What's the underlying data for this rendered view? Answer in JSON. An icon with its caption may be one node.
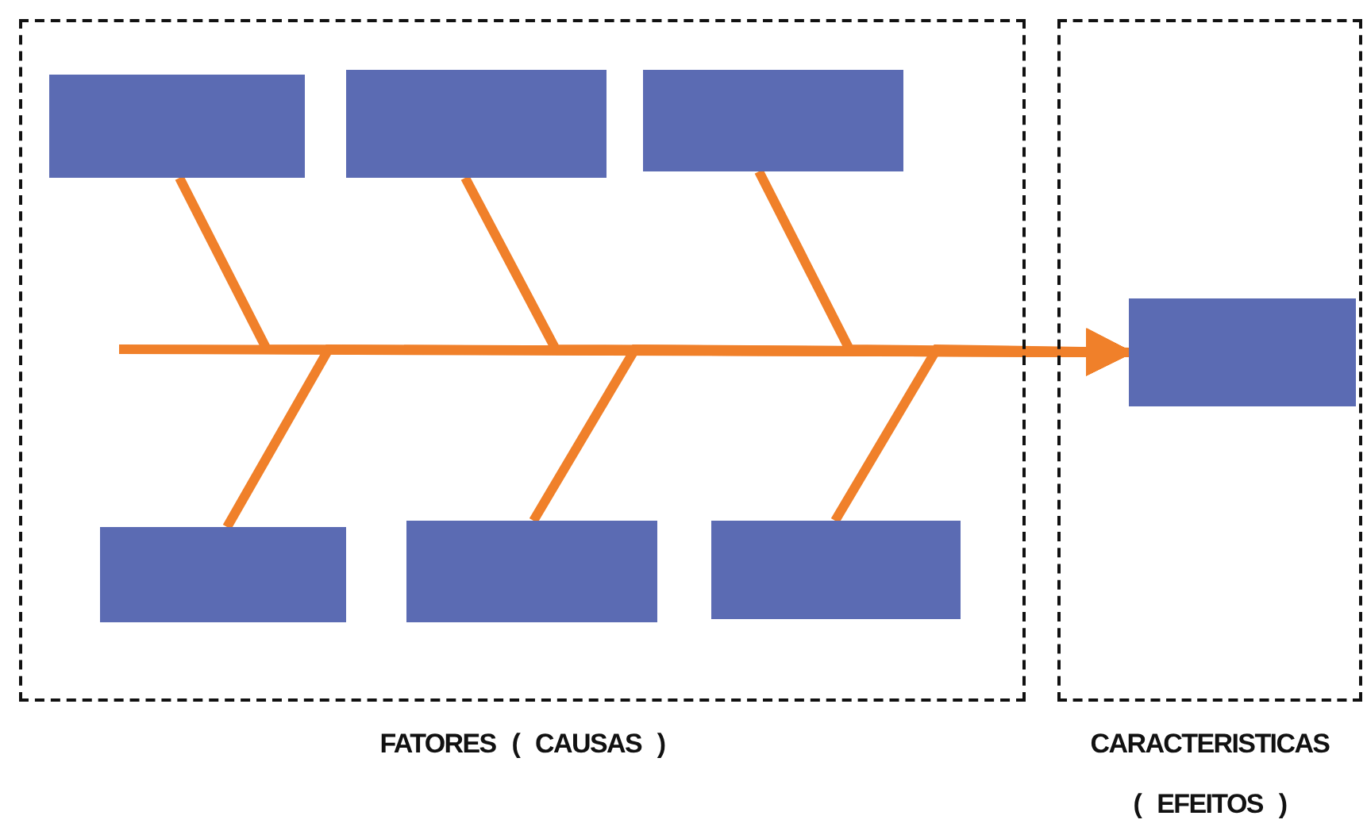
{
  "diagram": {
    "nodes": [
      {
        "text": [
          "FATORES ( CAUSAS )"
        ]
      },
      {
        "text": [],
        "shape": "box",
        "in": 0
      },
      {
        "text": [],
        "shape": "box",
        "in": 0
      },
      {
        "text": [],
        "shape": "box",
        "in": 0
      },
      {
        "text": [],
        "shape": "box",
        "in": 0
      },
      {
        "text": [],
        "shape": "box",
        "in": 0
      },
      {
        "text": [],
        "shape": "box",
        "in": 0
      },
      {
        "text": [
          "CARACTERISTICAS ( EFEITOS )"
        ]
      },
      {
        "text": [],
        "shape": "box",
        "in": 7
      }
    ],
    "edges": [
      {
        "from": null,
        "to": 8,
        "arrow": "to"
      },
      {
        "from": 1,
        "to": 8,
        "arrow": "to"
      },
      {
        "from": 2,
        "to": 8,
        "arrow": "to"
      },
      {
        "from": 3,
        "to": 8,
        "arrow": "to"
      },
      {
        "from": 4,
        "to": 8,
        "arrow": "to"
      },
      {
        "from": 5,
        "to": 8,
        "arrow": "to"
      },
      {
        "from": 6,
        "to": 8,
        "arrow": "to"
      }
    ]
  }
}
